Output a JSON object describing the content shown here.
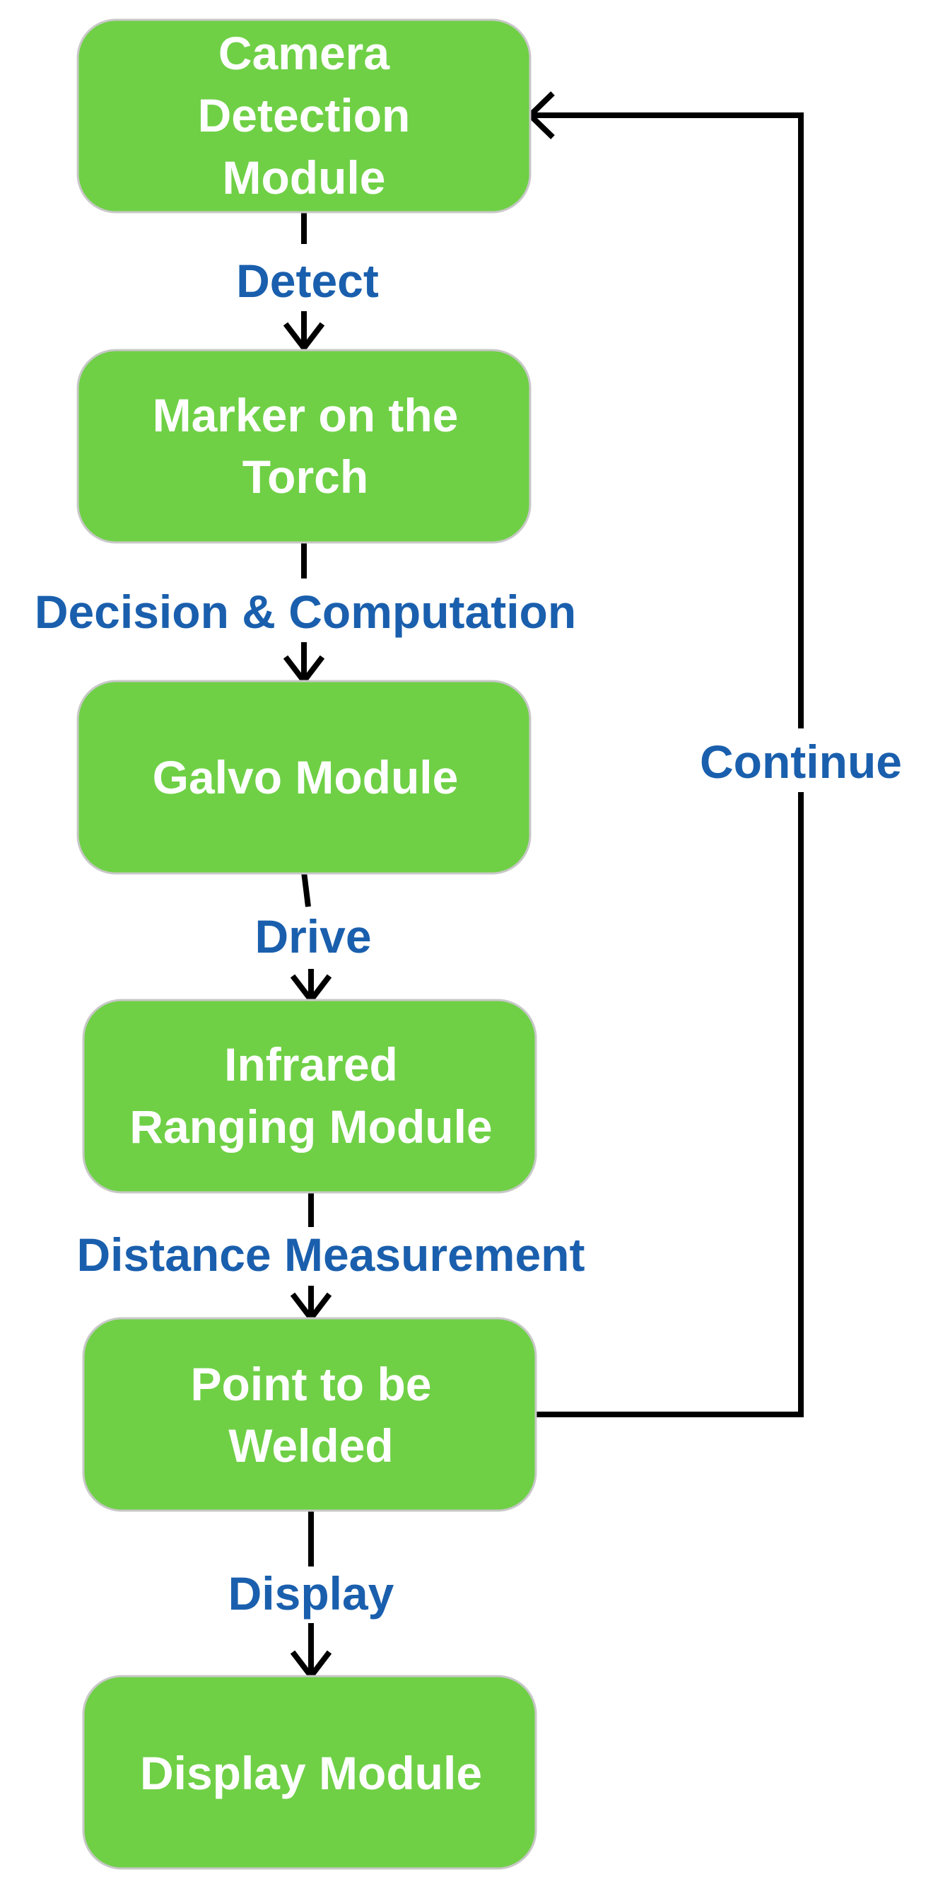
{
  "nodes": {
    "camera": {
      "lines": [
        "Camera",
        "Detection",
        "Module"
      ]
    },
    "marker": {
      "lines": [
        "Marker on the",
        "Torch"
      ]
    },
    "galvo": {
      "lines": [
        "Galvo Module"
      ]
    },
    "infrared": {
      "lines": [
        "Infrared",
        "Ranging Module"
      ]
    },
    "point": {
      "lines": [
        "Point to be",
        "Welded"
      ]
    },
    "display": {
      "lines": [
        "Display Module"
      ]
    }
  },
  "edges": {
    "detect": "Detect",
    "decision": "Decision & Computation",
    "drive": "Drive",
    "distance": "Distance Measurement",
    "display": "Display",
    "continue": "Continue"
  },
  "colors": {
    "box_fill": "#6fd046",
    "box_text": "#ffffff",
    "label_text": "#1a5fad",
    "connector": "#000000"
  }
}
